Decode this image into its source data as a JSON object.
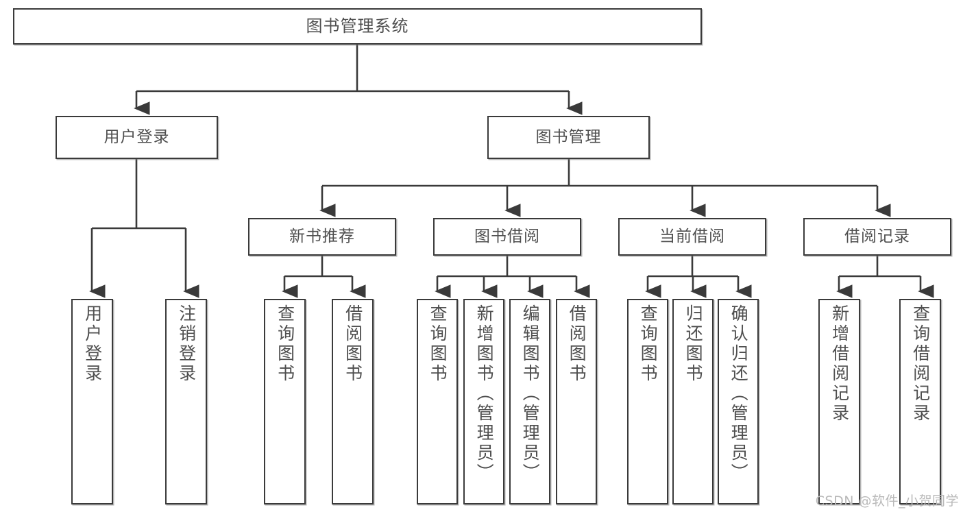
{
  "diagram": {
    "title": "图书管理系统",
    "type": "tree",
    "watermark": "CSDN @软件_小贺同学",
    "colors": {
      "border": "#3a3a3a",
      "text": "#4f4f4f",
      "background": "#ffffff",
      "wire": "#3a3a3a",
      "watermark": "#b9b9b9"
    },
    "root": {
      "label": "图书管理系统"
    },
    "level1": [
      {
        "label": "用户登录"
      },
      {
        "label": "图书管理"
      }
    ],
    "level2": [
      {
        "label": "新书推荐"
      },
      {
        "label": "图书借阅"
      },
      {
        "label": "当前借阅"
      },
      {
        "label": "借阅记录"
      }
    ],
    "leaves": {
      "user_login": [
        {
          "label": "用户登录"
        },
        {
          "label": "注销登录"
        }
      ],
      "new_book_recommend": [
        {
          "label": "查询图书"
        },
        {
          "label": "借阅图书"
        }
      ],
      "book_borrow": [
        {
          "label": "查询图书"
        },
        {
          "label": "新增图书（管理员）"
        },
        {
          "label": "编辑图书（管理员）"
        },
        {
          "label": "借阅图书"
        }
      ],
      "current_borrow": [
        {
          "label": "查询图书"
        },
        {
          "label": "归还图书"
        },
        {
          "label": "确认归还（管理员）"
        }
      ],
      "borrow_record": [
        {
          "label": "新增借阅记录"
        },
        {
          "label": "查询借阅记录"
        }
      ]
    }
  }
}
